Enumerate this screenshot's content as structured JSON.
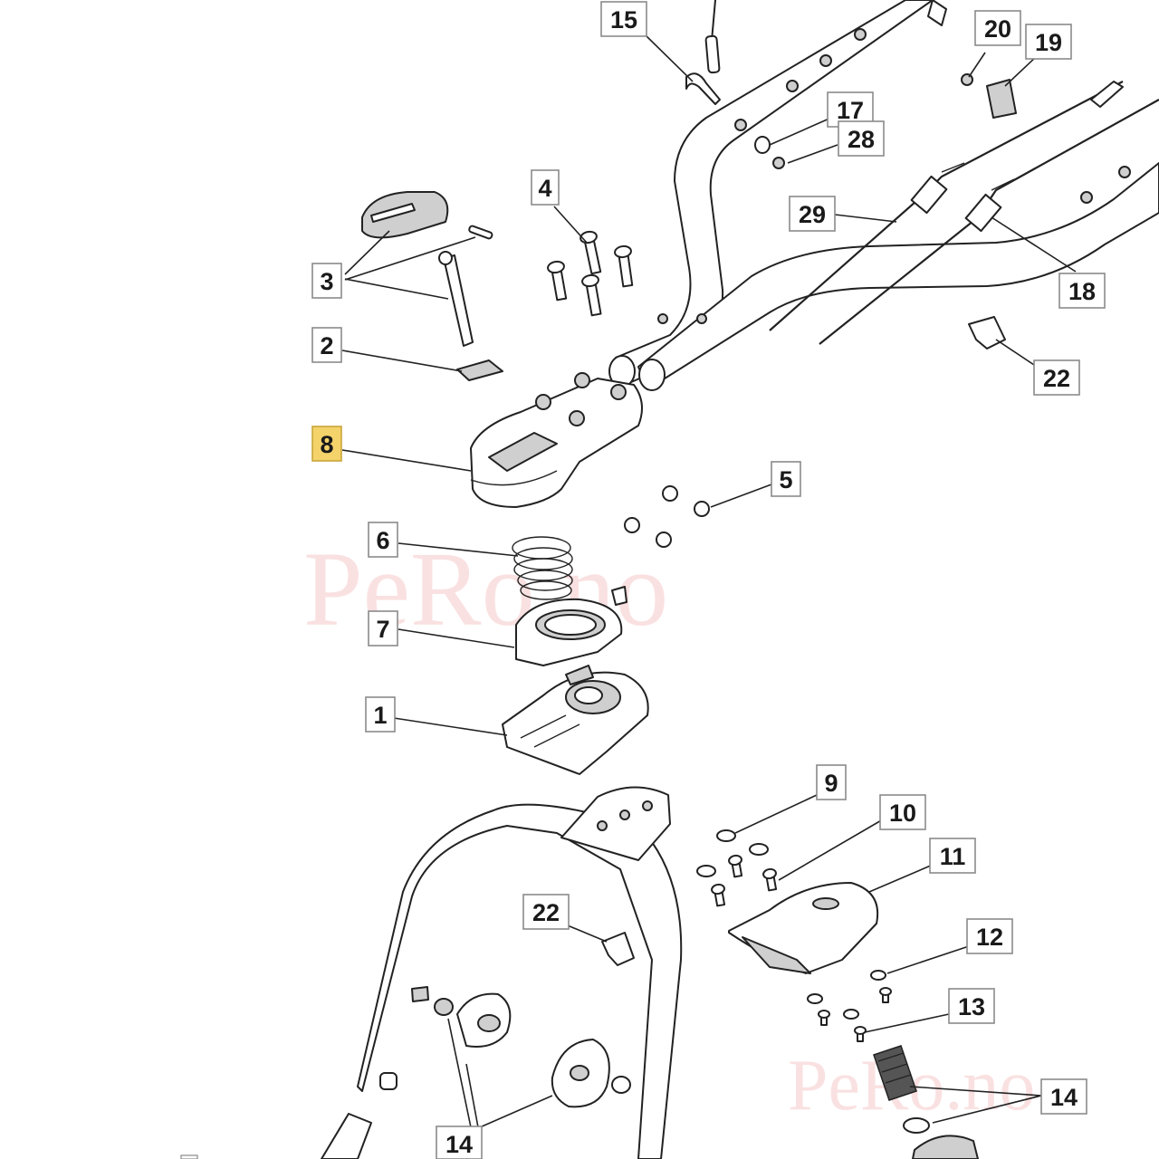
{
  "diagram": {
    "watermarks": [
      "PeRo.no",
      "PeRo.no"
    ],
    "callouts": [
      {
        "id": "c15",
        "text": "15"
      },
      {
        "id": "c20",
        "text": "20"
      },
      {
        "id": "c19",
        "text": "19"
      },
      {
        "id": "c17",
        "text": "17"
      },
      {
        "id": "c28",
        "text": "28"
      },
      {
        "id": "c4",
        "text": "4"
      },
      {
        "id": "c29",
        "text": "29"
      },
      {
        "id": "c3",
        "text": "3"
      },
      {
        "id": "c18",
        "text": "18"
      },
      {
        "id": "c2",
        "text": "2"
      },
      {
        "id": "c22a",
        "text": "22"
      },
      {
        "id": "c8",
        "text": "8",
        "highlighted": true
      },
      {
        "id": "c5",
        "text": "5"
      },
      {
        "id": "c6",
        "text": "6"
      },
      {
        "id": "c7",
        "text": "7"
      },
      {
        "id": "c1",
        "text": "1"
      },
      {
        "id": "c9",
        "text": "9"
      },
      {
        "id": "c10",
        "text": "10"
      },
      {
        "id": "c11",
        "text": "11"
      },
      {
        "id": "c22b",
        "text": "22"
      },
      {
        "id": "c12",
        "text": "12"
      },
      {
        "id": "c13",
        "text": "13"
      },
      {
        "id": "c14a",
        "text": "14"
      },
      {
        "id": "c14b",
        "text": "14"
      }
    ],
    "colors": {
      "highlight": "#f5d36b",
      "box_border": "#8a8a8a",
      "watermark": "#f6c9c9"
    }
  }
}
